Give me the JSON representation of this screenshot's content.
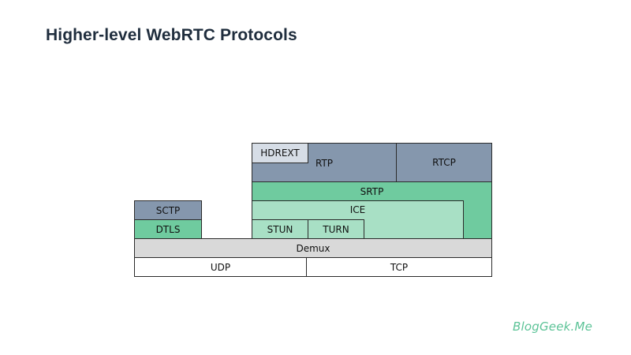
{
  "title": "Higher-level WebRTC Protocols",
  "layers": {
    "hdrext": "HDREXT",
    "rtp": "RTP",
    "rtcp": "RTCP",
    "srtp": "SRTP",
    "ice": "ICE",
    "stun": "STUN",
    "turn": "TURN",
    "sctp": "SCTP",
    "dtls": "DTLS",
    "demux": "Demux",
    "udp": "UDP",
    "tcp": "TCP"
  },
  "brand": "BlogGeek.Me",
  "colors": {
    "rtp_blue": "#8597ad",
    "hdrext_lightblue": "#d6dde6",
    "srtp_green": "#6fcb9f",
    "ice_lightgreen": "#a8e0c5",
    "demux_grey": "#d9d9d9",
    "brand_green": "#5cc397"
  }
}
